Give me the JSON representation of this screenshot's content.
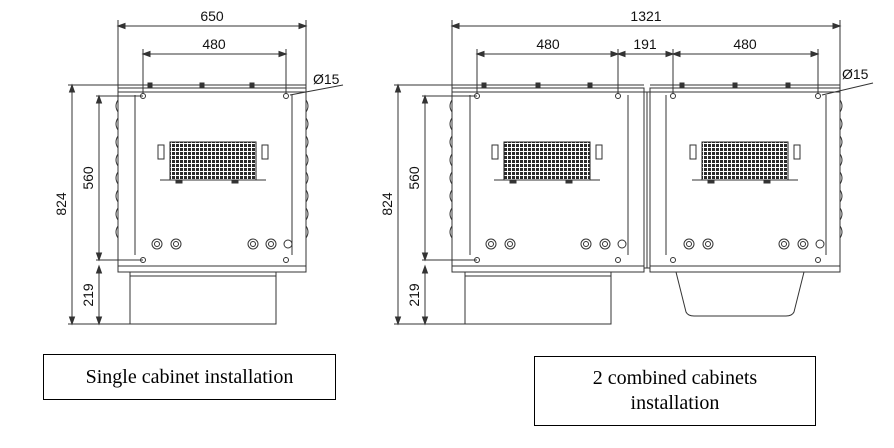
{
  "single": {
    "dim_width": "650",
    "dim_hole_spacing": "480",
    "dim_hole_diameter": "Ø15",
    "dim_total_height": "824",
    "dim_hole_height": "560",
    "dim_base_height": "219",
    "caption": "Single cabinet installation"
  },
  "combined": {
    "dim_total_width": "1321",
    "dim_hole_spacing_left": "480",
    "dim_gap": "191",
    "dim_hole_spacing_right": "480",
    "dim_hole_diameter": "Ø15",
    "dim_total_height": "824",
    "dim_hole_height": "560",
    "dim_base_height": "219",
    "caption_line1": "2 combined cabinets",
    "caption_line2": "installation"
  },
  "colors": {
    "line": "#333333",
    "text": "#111111",
    "grille": "#222222"
  }
}
